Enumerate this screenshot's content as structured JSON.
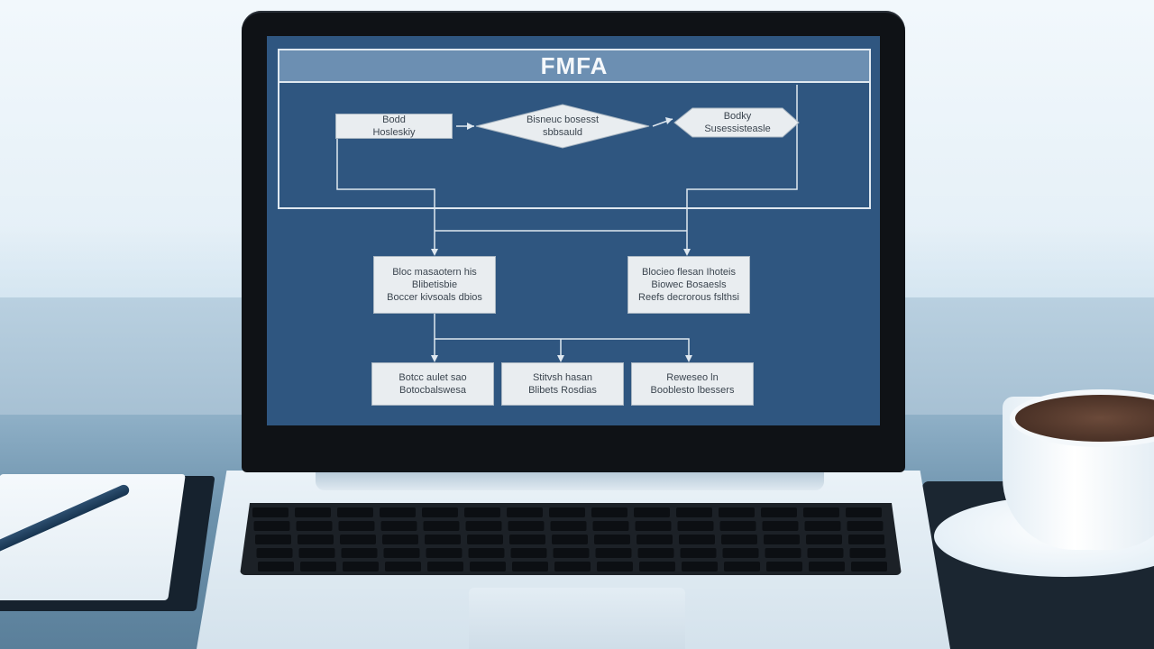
{
  "screen": {
    "title": "FMFA",
    "top_row": {
      "left_box": [
        "Bodd",
        "Hosleskiy"
      ],
      "diamond": [
        "Bisneuc bosesst",
        "sbbsauld"
      ],
      "right_hexagon": [
        "Bodky",
        "Susessisteasle"
      ]
    },
    "middle_row": {
      "left_box": [
        "Bloc masaotern his",
        "Blibetisbie",
        "Boccer kivsoals dbios"
      ],
      "right_box": [
        "Blocieo flesan Ihoteis",
        "Biowec Bosaesls",
        "Reefs decrorous fslthsi"
      ]
    },
    "bottom_row": {
      "box1": [
        "Botcc aulet sao",
        "Botocbalswesa"
      ],
      "box2": [
        "Stitvsh hasan",
        "Blibets Rosdias"
      ],
      "box3": [
        "Reweseo ln",
        "Booblesto lbessers"
      ]
    }
  }
}
